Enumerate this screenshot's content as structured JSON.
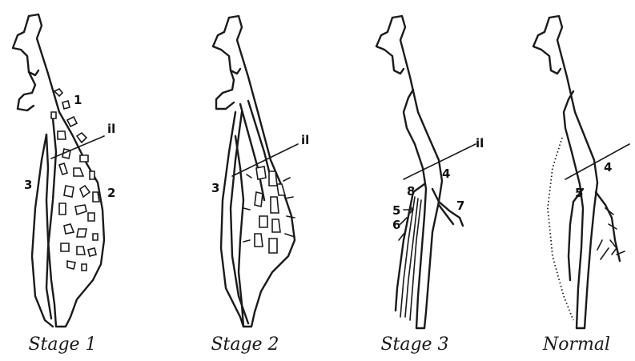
{
  "panels": [
    {
      "caption": "Stage 1",
      "labels": {
        "il": "il",
        "n1": "1",
        "n2": "2",
        "n3": "3"
      }
    },
    {
      "caption": "Stage 2",
      "labels": {
        "il": "il",
        "n3": "3"
      }
    },
    {
      "caption": "Stage 3",
      "labels": {
        "il": "il",
        "n4": "4",
        "n5": "5",
        "n6": "6",
        "n7": "7",
        "n8": "8"
      }
    },
    {
      "caption": "Normal",
      "labels": {
        "n4": "4",
        "n5": "5"
      }
    }
  ]
}
